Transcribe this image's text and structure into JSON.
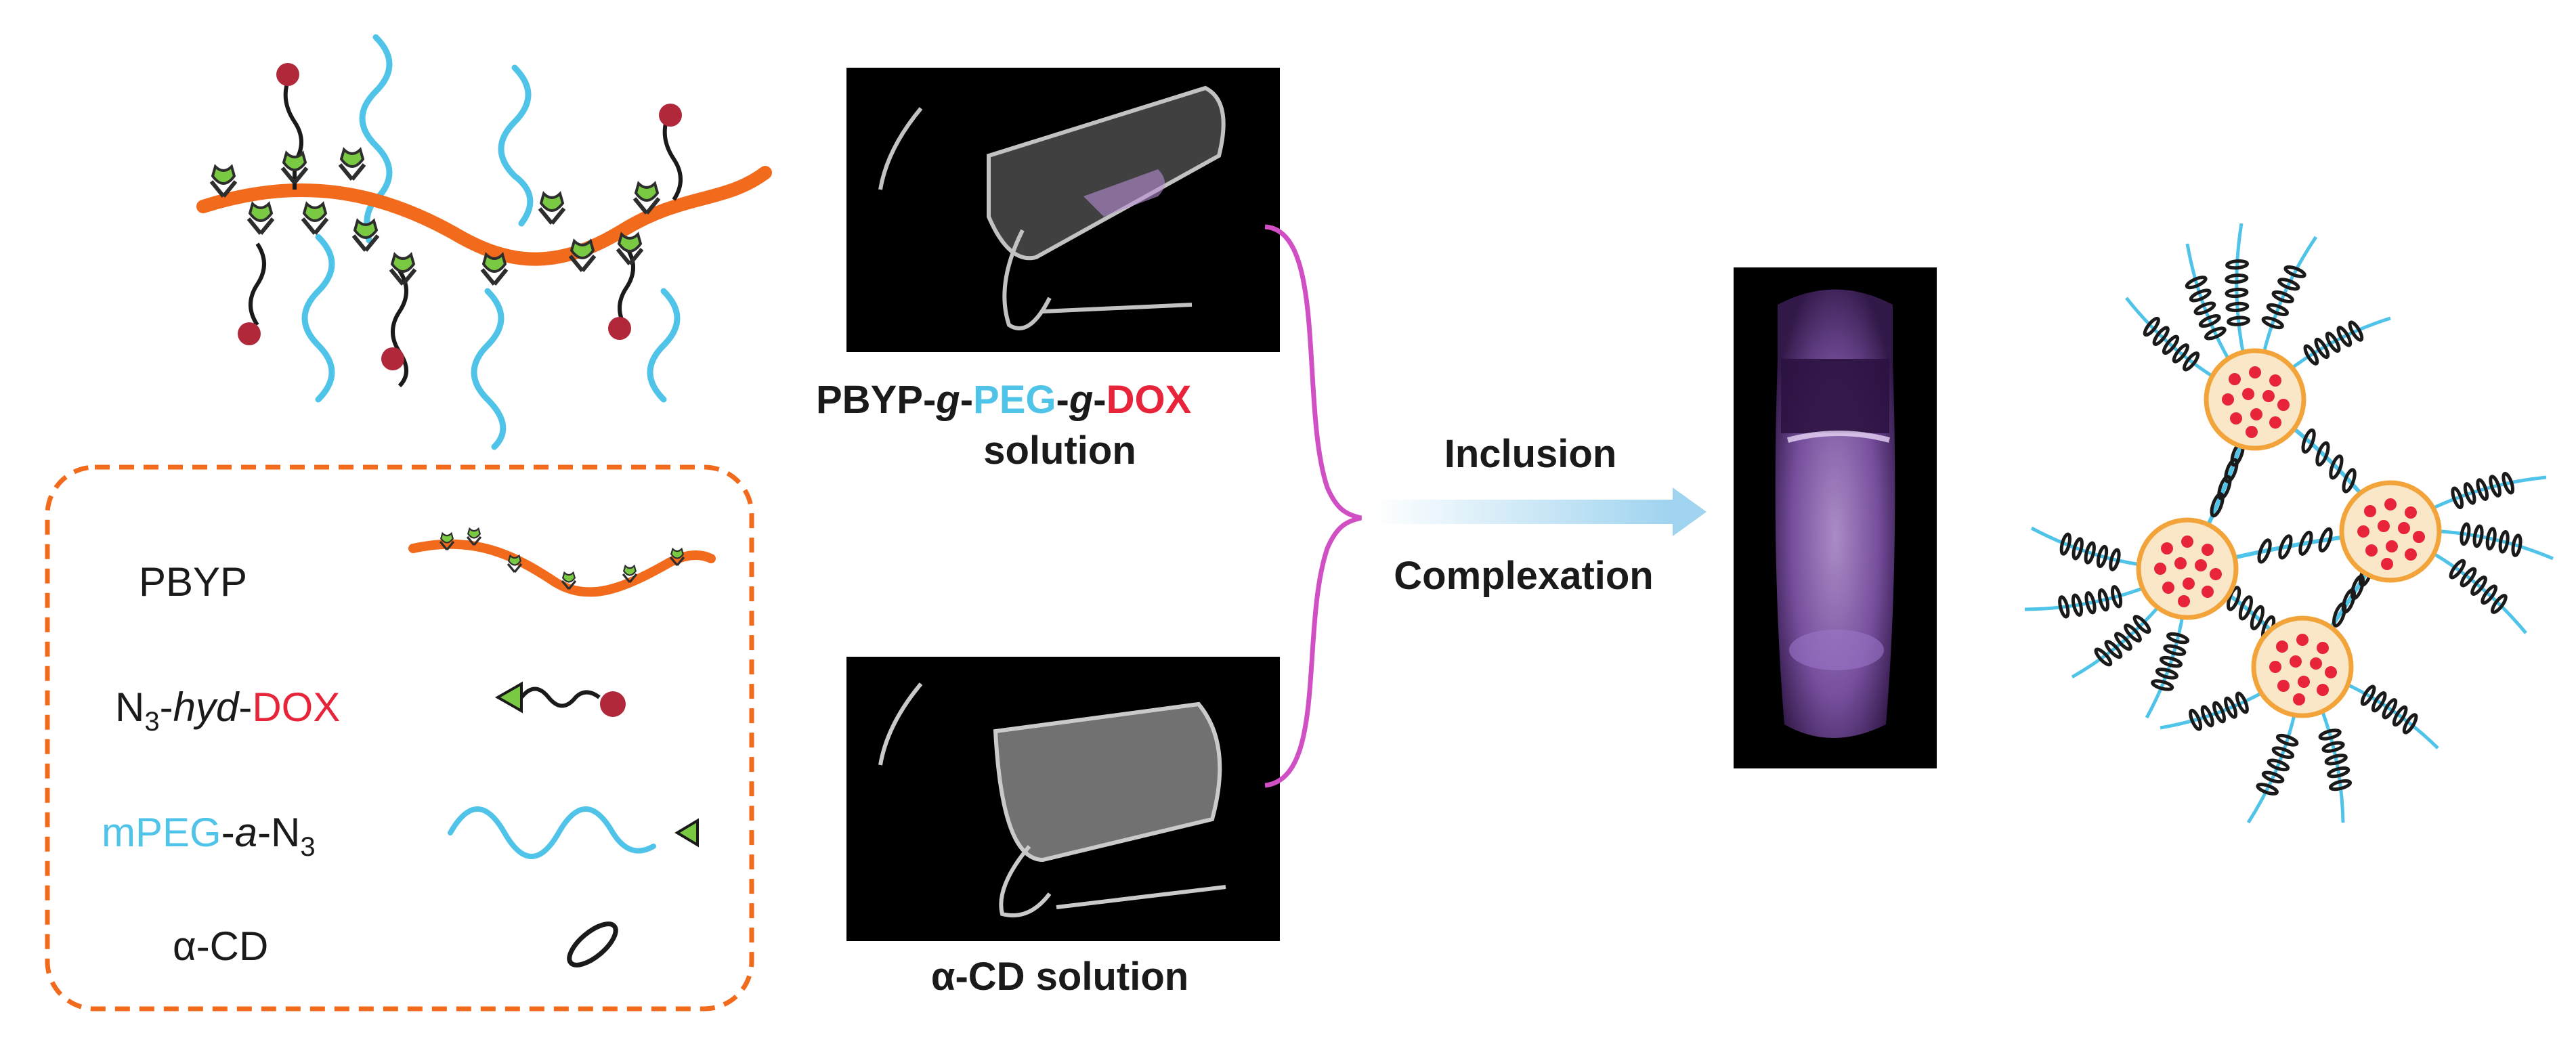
{
  "photos": {
    "top_caption": {
      "part1": "PBYP-",
      "part2": "g",
      "part3": "-",
      "part4": "PEG",
      "part5": "-",
      "part6": "g",
      "part7": "-",
      "part8": "DOX",
      "line2": "solution"
    },
    "bottom_caption": {
      "greek": "α",
      "rest": "-CD solution"
    }
  },
  "process": {
    "line1": "Inclusion",
    "line2": "Complexation"
  },
  "legend": {
    "items": [
      {
        "label": "PBYP"
      },
      {
        "label_a": "N",
        "label_sub": "3",
        "label_b": "-",
        "label_italic": "hyd",
        "label_c": "-",
        "label_red": "DOX"
      },
      {
        "label_cyan": "mPEG",
        "label_b": "-",
        "label_italic": "a",
        "label_c": "-N",
        "label_sub": "3"
      },
      {
        "label_greek": "α",
        "label_rest": "-CD"
      }
    ]
  },
  "colors": {
    "backbone": "#f26a1b",
    "peg": "#4fc3e8",
    "dox": "#b0283a",
    "pendant": "#7ac943",
    "legend_border": "#f26a1b",
    "brace": "#d14fc4",
    "micelle_core": "#f9e7c8",
    "micelle_ring": "#f2a33a",
    "micelle_dot": "#e8243a"
  },
  "icons": {
    "pendant": "alkyne-pendant-icon",
    "dox": "dox-sphere-icon",
    "cd": "alpha-cd-ring-icon",
    "arrow": "right-arrow-icon"
  }
}
